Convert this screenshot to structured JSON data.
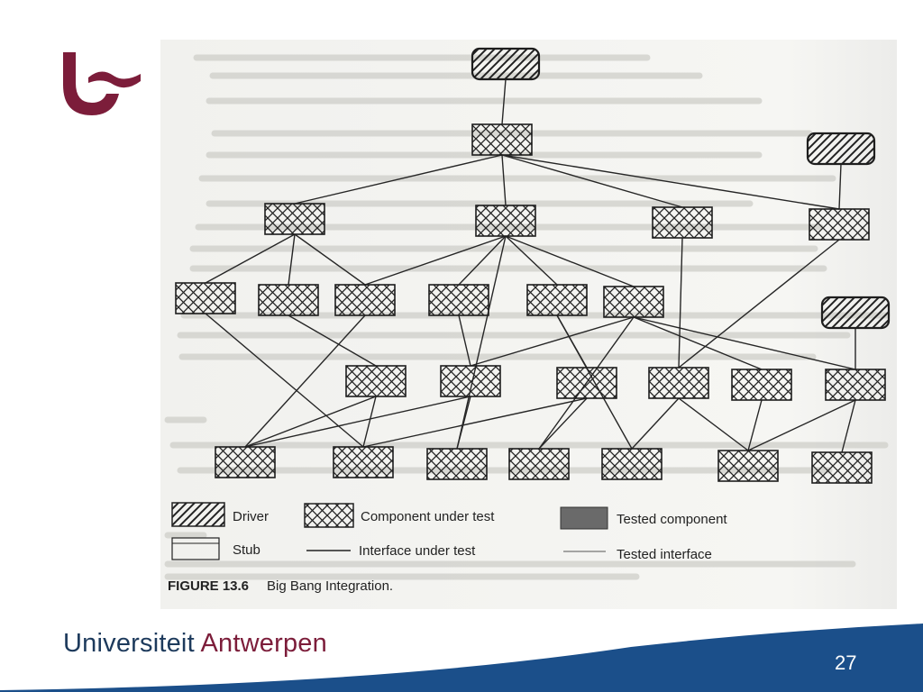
{
  "diagram": {
    "caption": {
      "number": "FIGURE 13.6",
      "title": "Big Bang Integration."
    },
    "legend": {
      "driver": "Driver",
      "component_under_test": "Component under test",
      "tested_component": "Tested component",
      "stub": "Stub",
      "interface_under_test": "Interface under test",
      "tested_interface": "Tested interface"
    },
    "nodes": [
      {
        "id": "d1",
        "kind": "driver"
      },
      {
        "id": "d2",
        "kind": "driver"
      },
      {
        "id": "d3",
        "kind": "driver"
      },
      {
        "id": "c0",
        "kind": "component"
      },
      {
        "id": "a1",
        "kind": "component"
      },
      {
        "id": "a2",
        "kind": "component"
      },
      {
        "id": "a3",
        "kind": "component"
      },
      {
        "id": "a4",
        "kind": "component"
      },
      {
        "id": "b1",
        "kind": "component"
      },
      {
        "id": "b2",
        "kind": "component"
      },
      {
        "id": "b3",
        "kind": "component"
      },
      {
        "id": "b4",
        "kind": "component"
      },
      {
        "id": "b5",
        "kind": "component"
      },
      {
        "id": "b6",
        "kind": "component"
      },
      {
        "id": "e1",
        "kind": "component"
      },
      {
        "id": "e2",
        "kind": "component"
      },
      {
        "id": "e3",
        "kind": "component"
      },
      {
        "id": "e4",
        "kind": "component"
      },
      {
        "id": "e5",
        "kind": "component"
      },
      {
        "id": "e6",
        "kind": "component"
      },
      {
        "id": "f1",
        "kind": "component"
      },
      {
        "id": "f2",
        "kind": "component"
      },
      {
        "id": "f3",
        "kind": "component"
      },
      {
        "id": "f4",
        "kind": "component"
      },
      {
        "id": "f5",
        "kind": "component"
      },
      {
        "id": "f6",
        "kind": "component"
      },
      {
        "id": "f7",
        "kind": "component"
      }
    ],
    "edges": [
      [
        "d1",
        "c0"
      ],
      [
        "c0",
        "a1"
      ],
      [
        "c0",
        "a2"
      ],
      [
        "c0",
        "a3"
      ],
      [
        "c0",
        "a4"
      ],
      [
        "d2",
        "a4"
      ],
      [
        "a1",
        "b1"
      ],
      [
        "a1",
        "b2"
      ],
      [
        "a1",
        "b3"
      ],
      [
        "a2",
        "b3"
      ],
      [
        "a2",
        "b4"
      ],
      [
        "a2",
        "b5"
      ],
      [
        "a2",
        "b6"
      ],
      [
        "a2",
        "f3"
      ],
      [
        "a3",
        "e4"
      ],
      [
        "a4",
        "e4"
      ],
      [
        "b1",
        "f2"
      ],
      [
        "b2",
        "e1"
      ],
      [
        "b3",
        "f1"
      ],
      [
        "b4",
        "e2"
      ],
      [
        "b5",
        "e3"
      ],
      [
        "b5",
        "f5"
      ],
      [
        "b6",
        "e2"
      ],
      [
        "b6",
        "e5"
      ],
      [
        "b6",
        "e6"
      ],
      [
        "b6",
        "f4"
      ],
      [
        "d3",
        "e6"
      ],
      [
        "e1",
        "f1"
      ],
      [
        "e1",
        "f2"
      ],
      [
        "e2",
        "f1"
      ],
      [
        "e2",
        "f3"
      ],
      [
        "e3",
        "f2"
      ],
      [
        "e3",
        "f4"
      ],
      [
        "e4",
        "f5"
      ],
      [
        "e4",
        "f6"
      ],
      [
        "e5",
        "f6"
      ],
      [
        "e6",
        "f6"
      ],
      [
        "e6",
        "f7"
      ]
    ]
  },
  "footer": {
    "brand_primary": "Universiteit",
    "brand_secondary": "Antwerpen",
    "page_number": "27"
  },
  "colors": {
    "brand_burgundy": "#7c1d3a",
    "brand_navy": "#1d3a5c",
    "accent_blue": "#1b4f8a"
  }
}
